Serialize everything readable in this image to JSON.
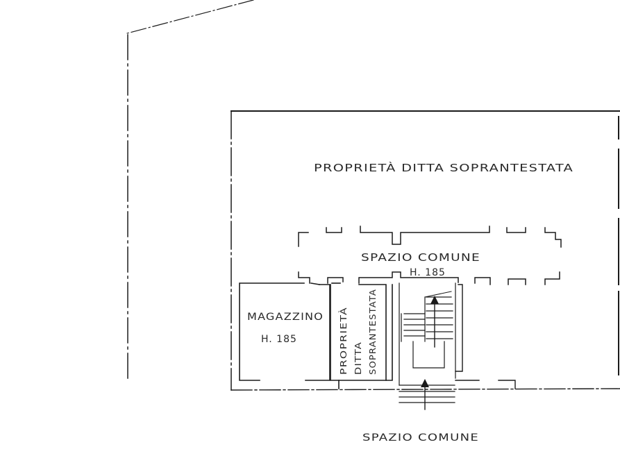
{
  "labels": {
    "proprieta_top": "PROPRIETÀ DITTA SOPRANTESTATA",
    "spazio_comune_center": "SPAZIO COMUNE",
    "height_center": "H. 185",
    "magazzino": "MAGAZZINO",
    "height_magazzino": "H. 185",
    "proprieta_vert_1": "PROPRIETÀ",
    "proprieta_vert_2": "DITTA",
    "proprieta_vert_3": "SOPRANTESTATA",
    "spazio_comune_bottom": "SPAZIO COMUNE"
  },
  "colors": {
    "line": "#1a1a1a",
    "text": "#2a2a2a",
    "background": "#ffffff"
  }
}
